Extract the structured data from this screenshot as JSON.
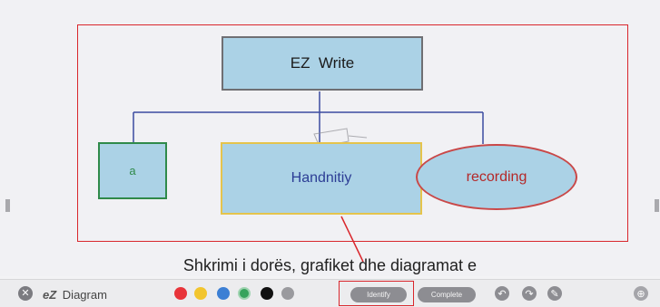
{
  "diagram": {
    "top_node": "EZ  Write",
    "left_node": "a",
    "middle_node": "Handnitiy",
    "oval_node": "recording"
  },
  "caption": "Shkrimi i dorës, grafiket dhe diagramat e",
  "toolbar": {
    "close_symbol": "✕",
    "app_logo": "eZ",
    "app_name": "Diagram",
    "colors": [
      "#e8343a",
      "#f2c52e",
      "#3c7fd4",
      "#36a35c",
      "#111111",
      "#9a9a9e"
    ],
    "identify_label": "Identify",
    "complete_label": "Complete",
    "undo_symbol": "↶",
    "redo_symbol": "↷",
    "eraser_symbol": "✎",
    "globe_symbol": "⊕"
  }
}
